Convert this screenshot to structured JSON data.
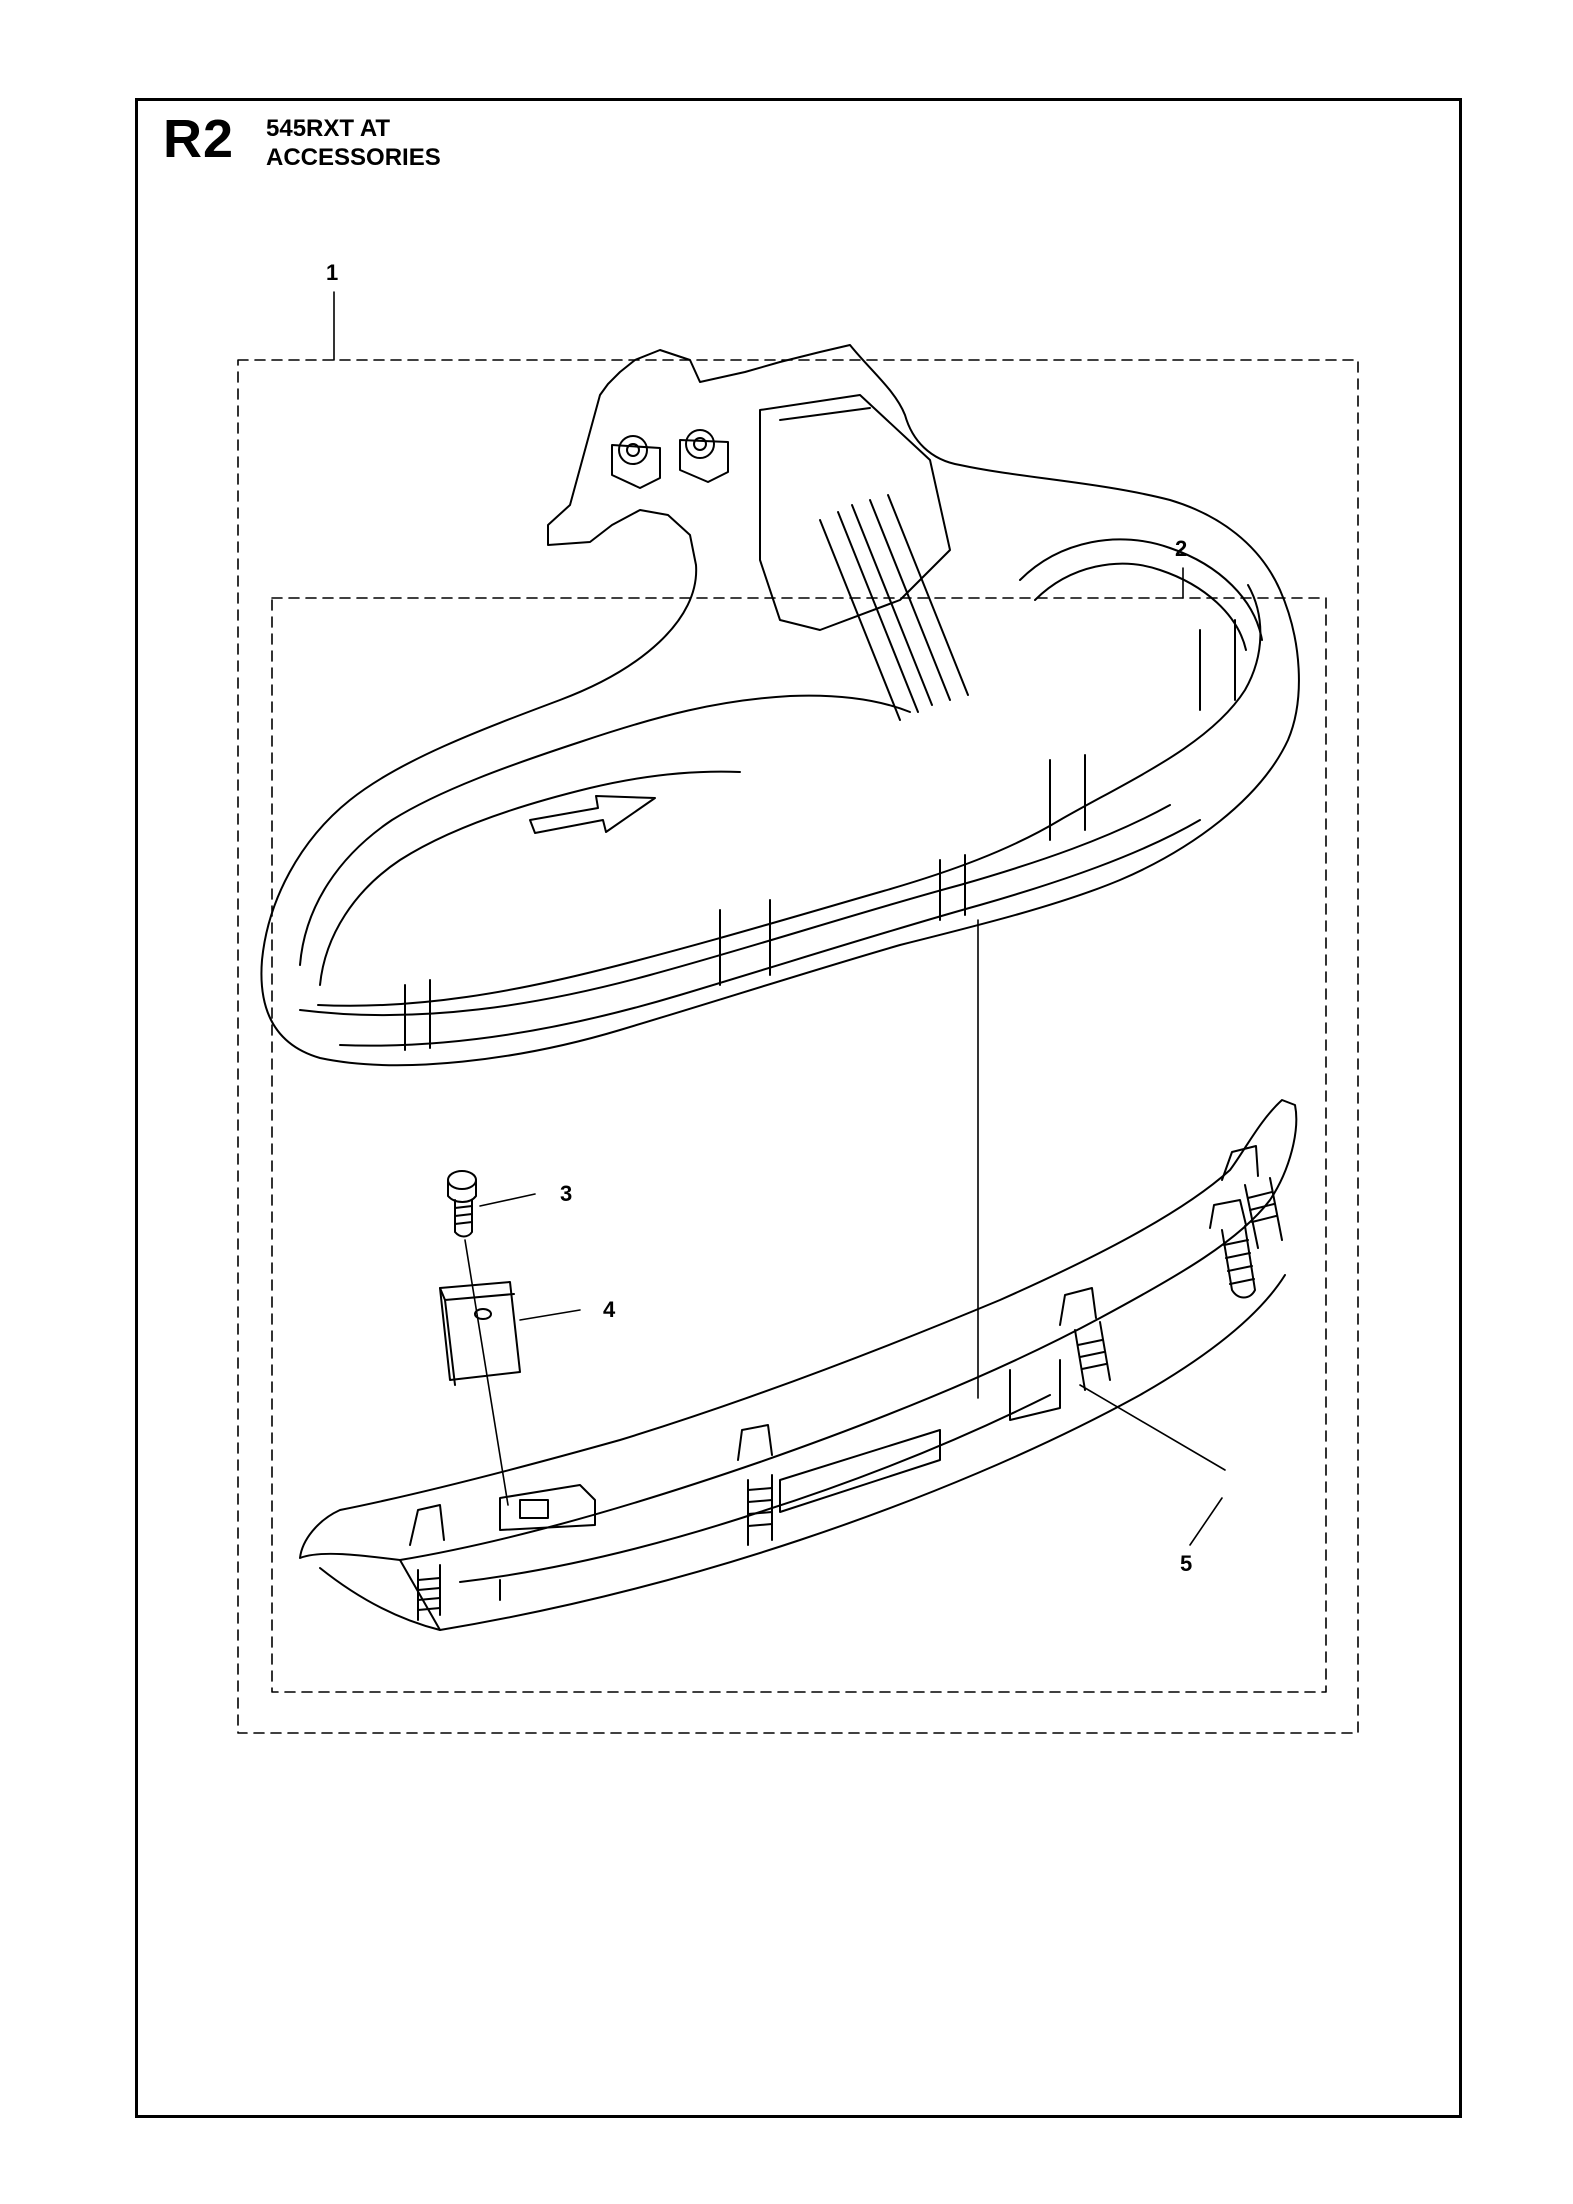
{
  "header": {
    "section_code": "R2",
    "model": "545RXT AT",
    "section_title": "ACCESSORIES"
  },
  "callouts": [
    {
      "id": "1",
      "label": "1"
    },
    {
      "id": "2",
      "label": "2"
    },
    {
      "id": "3",
      "label": "3"
    },
    {
      "id": "4",
      "label": "4"
    },
    {
      "id": "5",
      "label": "5"
    }
  ]
}
